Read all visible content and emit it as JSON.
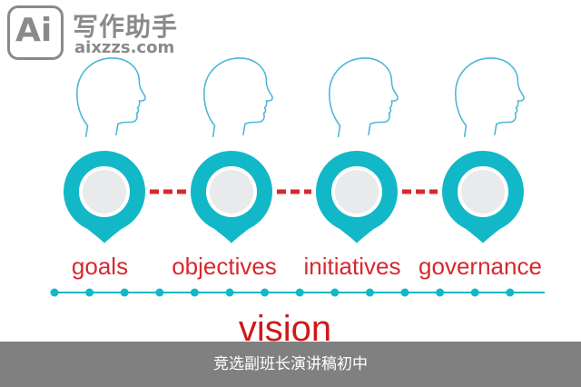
{
  "logo": {
    "icon_text": "Ai",
    "name": "写作助手",
    "url": "aixzzs.com"
  },
  "diagram": {
    "stages": [
      "goals",
      "objectives",
      "initiatives",
      "governance"
    ],
    "bottom_label": "vision",
    "colors": {
      "teal": "#12b8c8",
      "red": "#d8282e",
      "line_red": "#d01818",
      "head_outline": "#4db6d8"
    }
  },
  "caption": {
    "text": "竞选副班长演讲稿初中"
  }
}
